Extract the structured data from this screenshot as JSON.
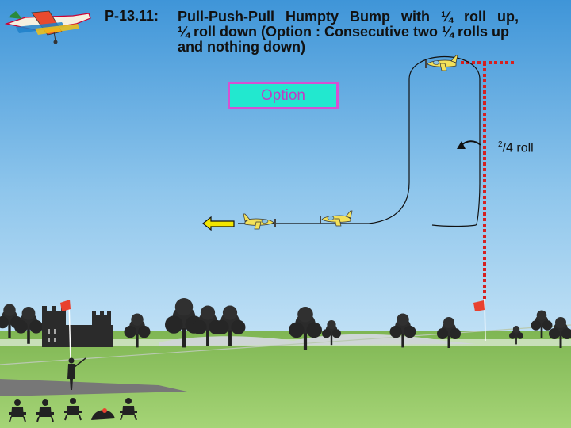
{
  "title": {
    "number": "P-13.11:",
    "line1": "Pull-Push-Pull Humpty Bump with ¼ roll up,",
    "line2": "¼ roll down (Option : Consecutive two ¼ rolls up",
    "line3": "and nothing down)"
  },
  "option_label": "Option",
  "roll_label": {
    "numerator": "2",
    "denominator": "4",
    "word": "roll"
  },
  "colors": {
    "sky_top": "#3f95d8",
    "sky_bottom": "#d6edf9",
    "grass": "#8fc461",
    "option_fill": "#22e8cf",
    "option_border": "#d651d3",
    "option_text": "#c23cc4",
    "dotted_line": "#d62020",
    "direction_arrow": "#f3e600",
    "flag": "#e8412f"
  },
  "icons": {
    "logo": "aerobatic-plane-logo",
    "aircraft": "small-plane-icon",
    "direction": "left-arrow-icon",
    "flag": "red-flag-icon",
    "pilot": "pilot-figure-icon",
    "judges": "seated-judge-icon"
  }
}
